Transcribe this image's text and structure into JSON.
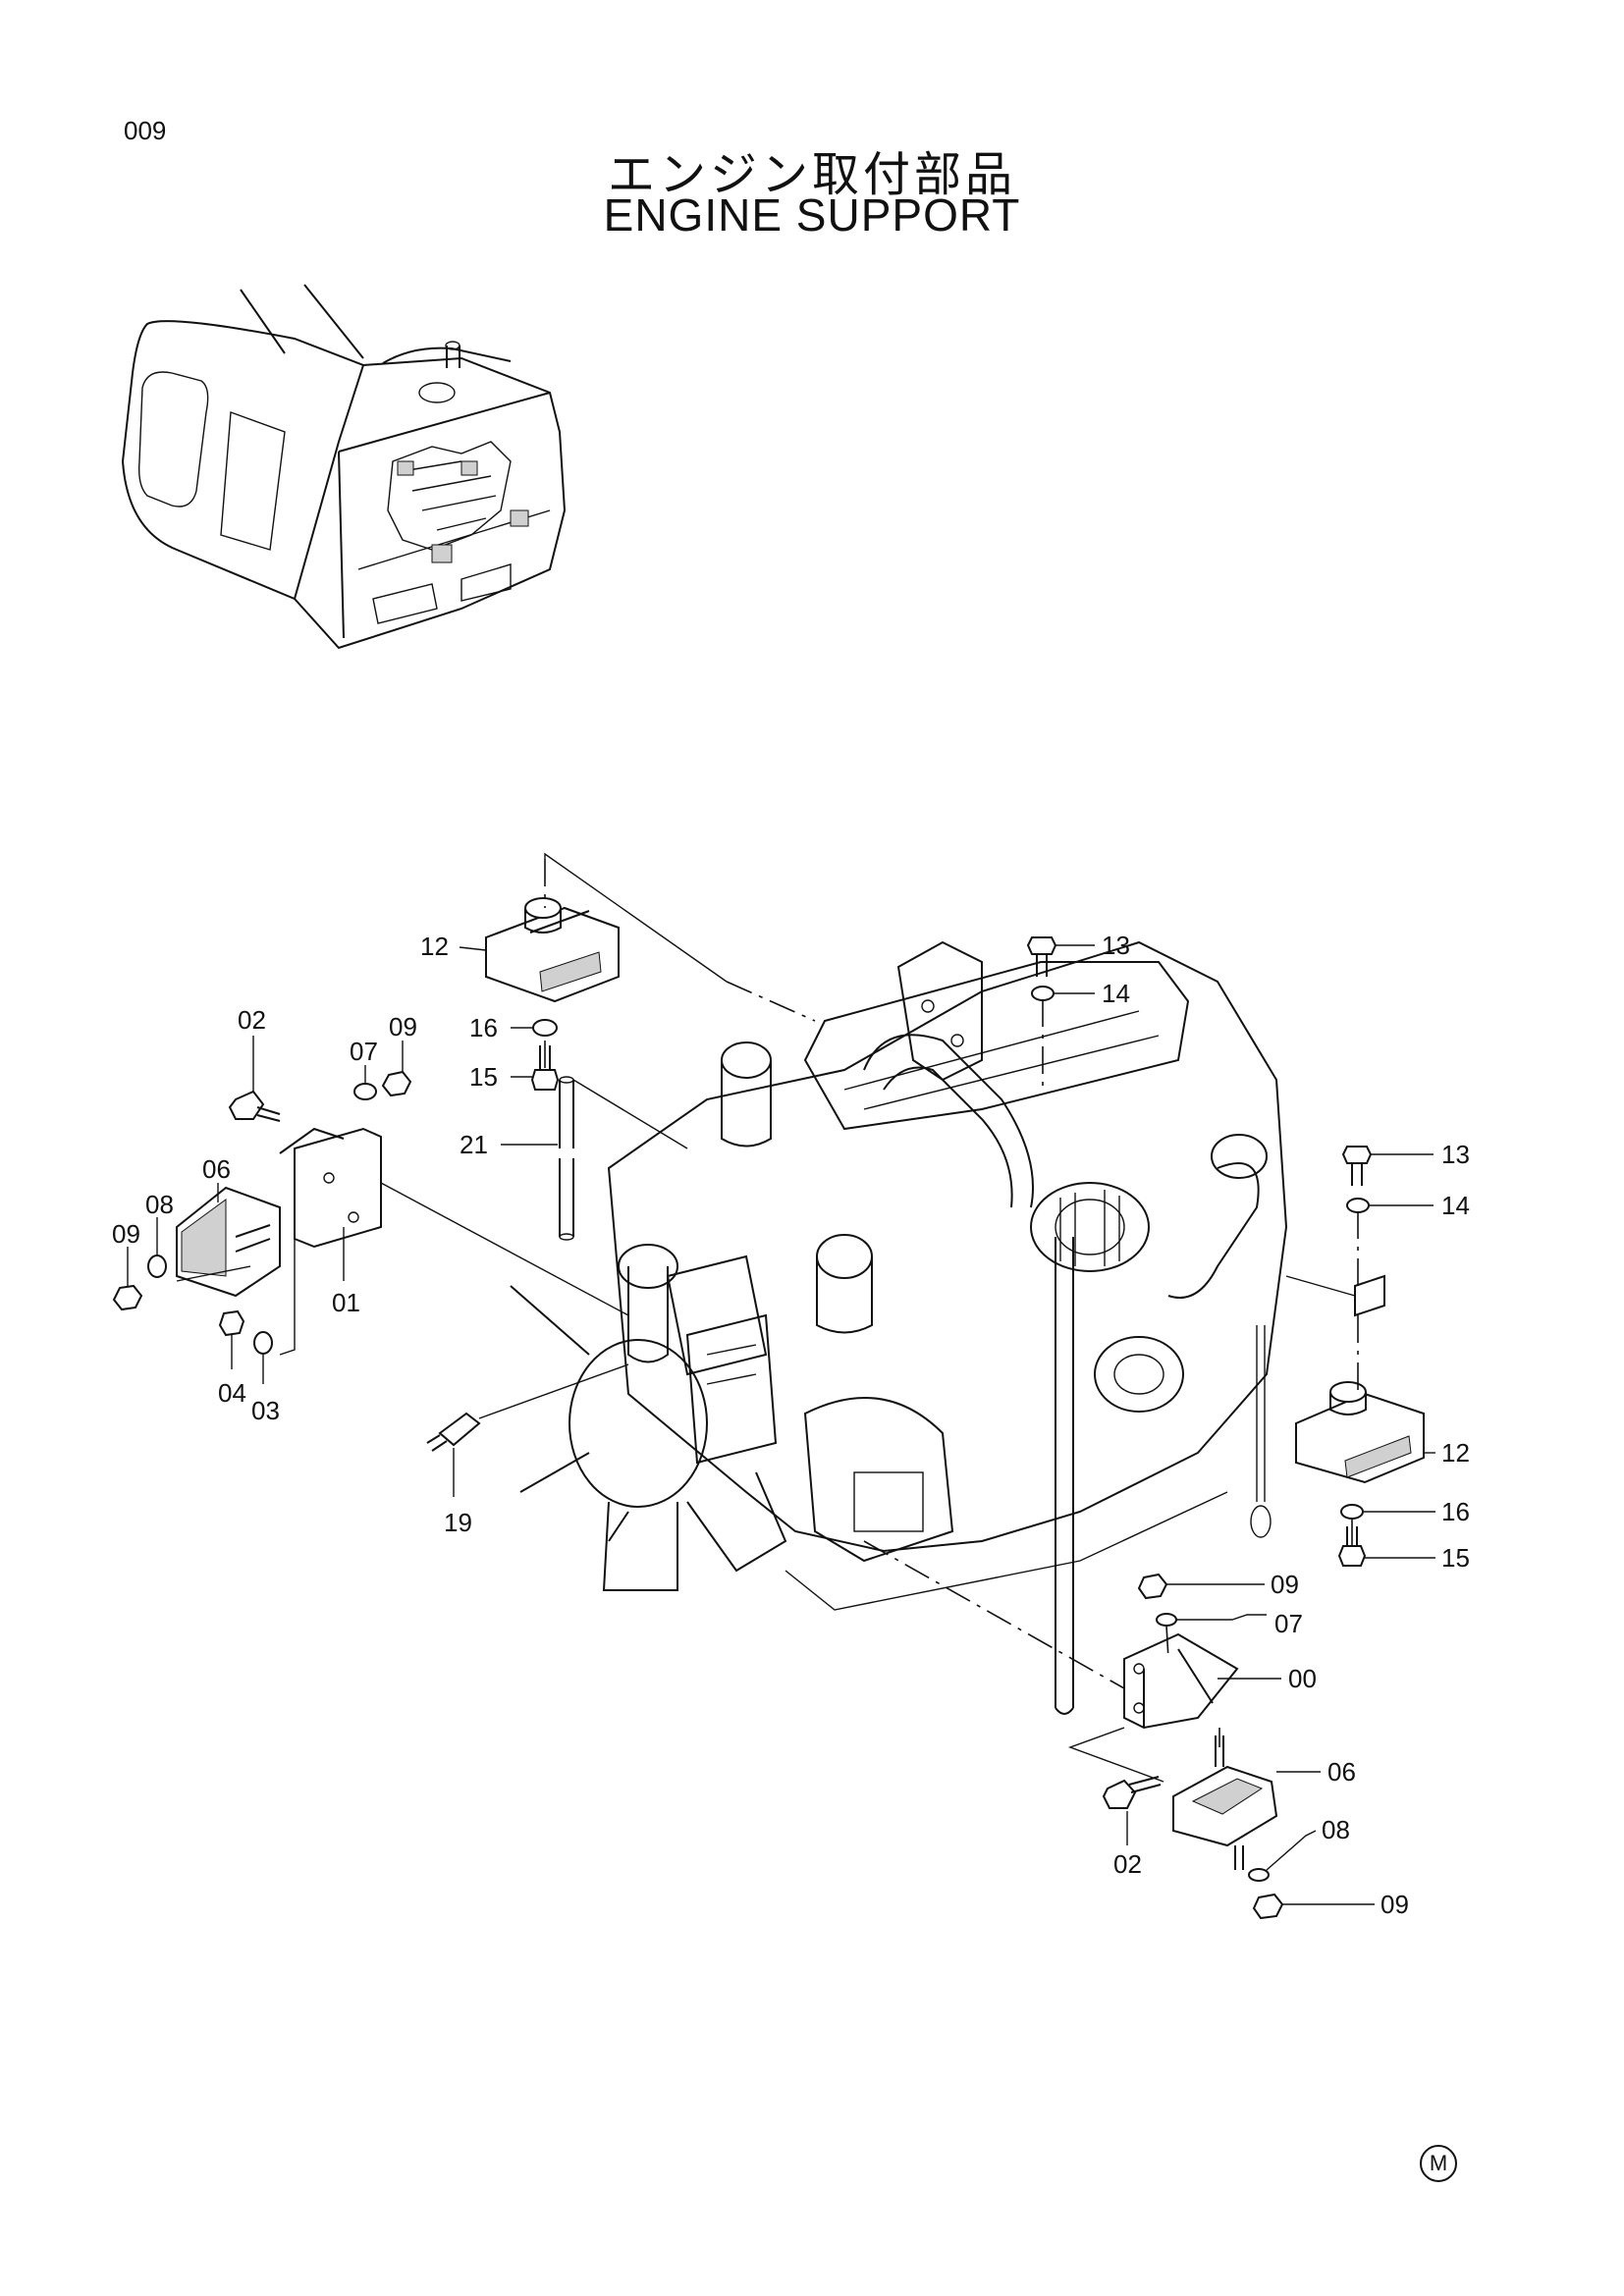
{
  "page": {
    "page_number": "009",
    "title_jp": "エンジン取付部品",
    "title_en": "ENGINE  SUPPORT",
    "corner_mark": "M"
  },
  "callouts": [
    {
      "id": "c-12-top",
      "text": "12"
    },
    {
      "id": "c-16-top",
      "text": "16"
    },
    {
      "id": "c-15-top",
      "text": "15"
    },
    {
      "id": "c-21",
      "text": "21"
    },
    {
      "id": "c-13-top",
      "text": "13"
    },
    {
      "id": "c-14-top",
      "text": "14"
    },
    {
      "id": "c-02-left",
      "text": "02"
    },
    {
      "id": "c-07-left",
      "text": "07"
    },
    {
      "id": "c-09-left-top",
      "text": "09"
    },
    {
      "id": "c-06-left",
      "text": "06"
    },
    {
      "id": "c-08-left",
      "text": "08"
    },
    {
      "id": "c-09-left-bottom",
      "text": "09"
    },
    {
      "id": "c-01",
      "text": "01"
    },
    {
      "id": "c-04",
      "text": "04"
    },
    {
      "id": "c-03",
      "text": "03"
    },
    {
      "id": "c-19",
      "text": "19"
    },
    {
      "id": "c-13-right",
      "text": "13"
    },
    {
      "id": "c-14-right",
      "text": "14"
    },
    {
      "id": "c-12-right",
      "text": "12"
    },
    {
      "id": "c-16-right",
      "text": "16"
    },
    {
      "id": "c-15-right",
      "text": "15"
    },
    {
      "id": "c-09-right-top",
      "text": "09"
    },
    {
      "id": "c-07-right",
      "text": "07"
    },
    {
      "id": "c-00",
      "text": "00"
    },
    {
      "id": "c-06-right",
      "text": "06"
    },
    {
      "id": "c-08-right",
      "text": "08"
    },
    {
      "id": "c-02-right",
      "text": "02"
    },
    {
      "id": "c-09-right-bottom",
      "text": "09"
    }
  ]
}
